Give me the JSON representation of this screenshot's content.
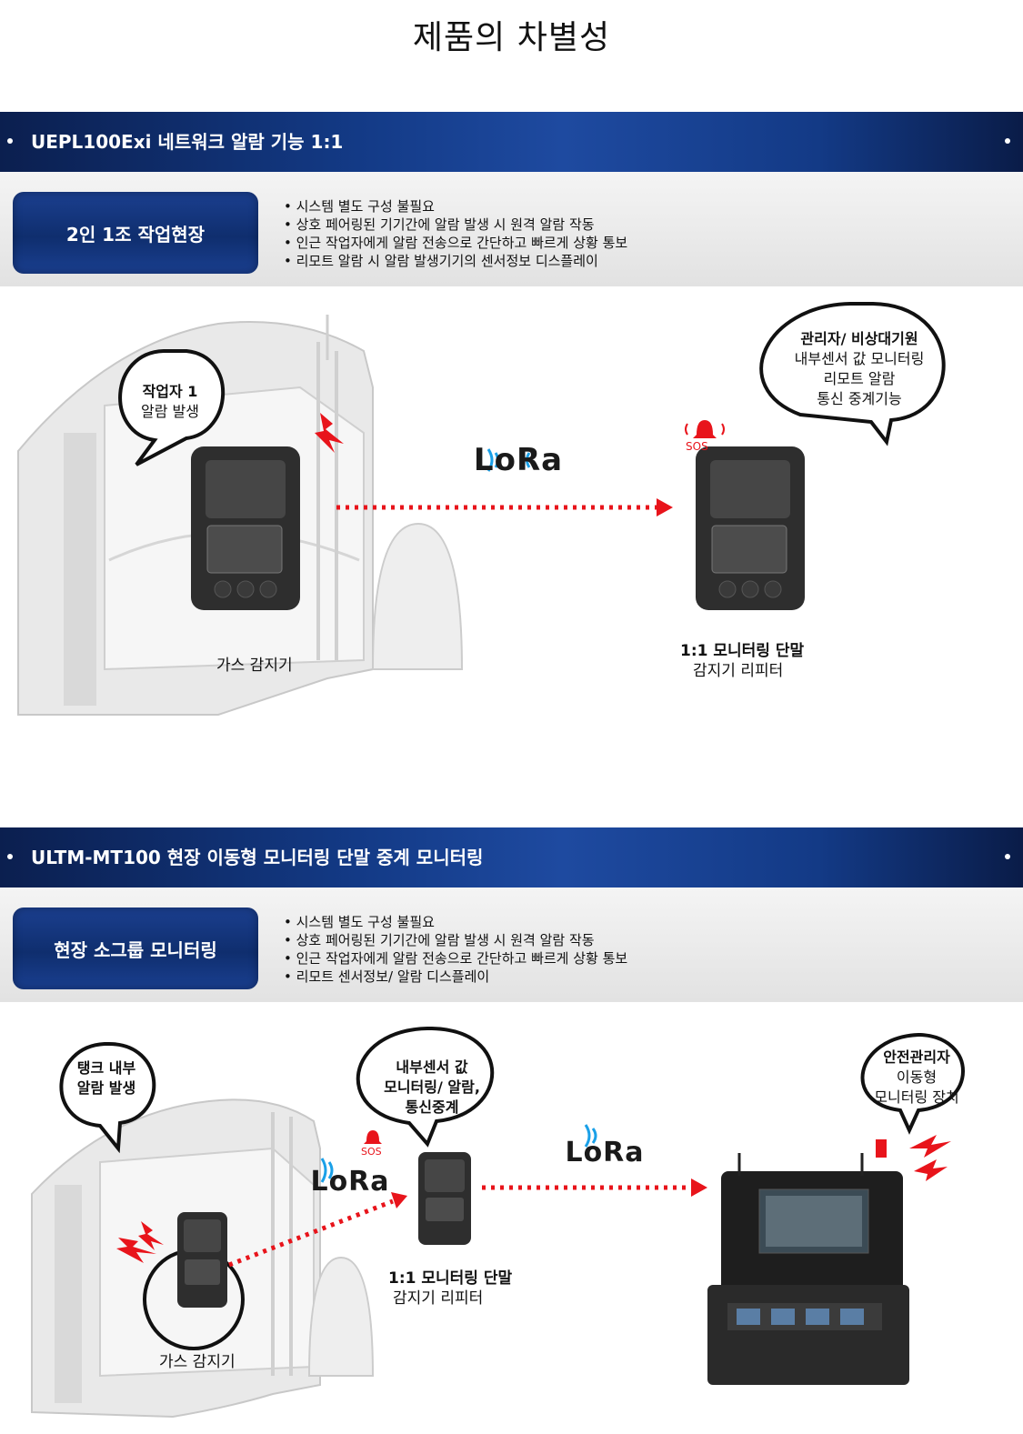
{
  "page": {
    "title": "제품의 차별성"
  },
  "section1": {
    "banner_title": "UEPL100Exi 네트워크 알람 기능 1:1",
    "pill_label": "2인 1조 작업현장",
    "bullets": [
      "시스템 별도 구성 불필요",
      "상호 페어링된 기기간에 알람 발생 시 원격 알람 작동",
      "인근 작업자에게 알람 전송으로 간단하고 빠르게 상황 통보",
      "리모트 알람 시 알람 발생기기의 센서정보 디스플레이"
    ],
    "worker_bubble": {
      "line1": "작업자 1",
      "line2": "알람 발생"
    },
    "manager_bubble": {
      "line1": "관리자/ 비상대기원",
      "line2": "내부센서 값 모니터링",
      "line3": "리모트 알람",
      "line4": "통신 중계기능"
    },
    "lora_label": "LoRa",
    "sos_label": "SOS",
    "detector_caption": "가스 감지기",
    "repeater_caption_line1": "1:1 모니터링 단말",
    "repeater_caption_line2": "감지기 리피터"
  },
  "section2": {
    "banner_title": "ULTM-MT100 현장 이동형 모니터링 단말 중계 모니터링",
    "pill_label": "현장 소그룹 모니터링",
    "bullets": [
      "시스템 별도 구성 불필요",
      "상호 페어링된 기기간에 알람 발생 시 원격 알람 작동",
      "인근 작업자에게 알람 전송으로 간단하고 빠르게 상황 통보",
      "리모트 센서정보/ 알람 디스플레이"
    ],
    "tank_bubble": {
      "line1": "탱크 내부",
      "line2": "알람 발생"
    },
    "relay_bubble": {
      "line1": "내부센서 값",
      "line2": "모니터링/ 알람,",
      "line3": "통신중계"
    },
    "safety_bubble": {
      "line1": "안전관리자",
      "line2": "이동형",
      "line3": "모니터링 장치"
    },
    "lora_label": "LoRa",
    "sos_label": "SOS",
    "detector_caption": "가스 감지기",
    "repeater_caption_line1": "1:1 모니터링 단말",
    "repeater_caption_line2": "감지기 리피터"
  },
  "colors": {
    "banner": "#133a86",
    "pill": "#1b3f8f",
    "arrow": "#e8141b",
    "lora_waves": "#1aa0e8"
  }
}
